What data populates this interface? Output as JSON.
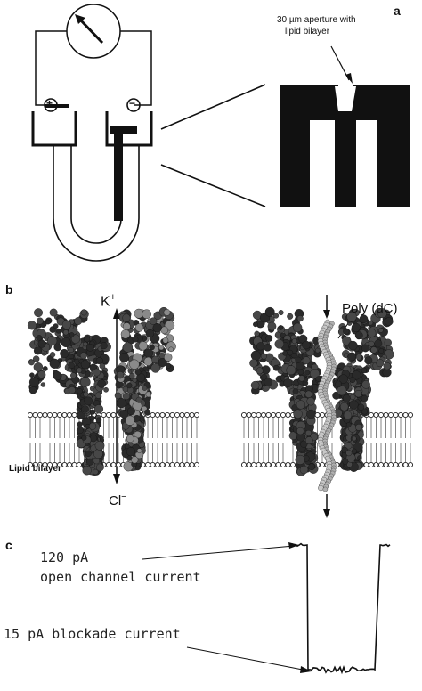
{
  "panel_a": {
    "letter": "a",
    "plus_symbol": "+",
    "minus_symbol": "−",
    "aperture_label_line1": "30 µm aperture with",
    "aperture_label_line2": "lipid bilayer"
  },
  "panel_b": {
    "letter": "b",
    "k_ion": "K",
    "k_charge": "+",
    "cl_ion": "Cl",
    "cl_charge": "−",
    "polymer_label": "Poly (dC)",
    "bilayer_label": "Lipid bilayer"
  },
  "panel_c": {
    "letter": "c",
    "open_current_value": "120 pA",
    "open_current_text": "open channel current",
    "blockade_text": "15 pA blockade current"
  },
  "colors": {
    "ink": "#111111",
    "protein_dark": "#2b2b2b",
    "protein_light": "#9a9a9a",
    "lipid_head": "#ffffff"
  }
}
